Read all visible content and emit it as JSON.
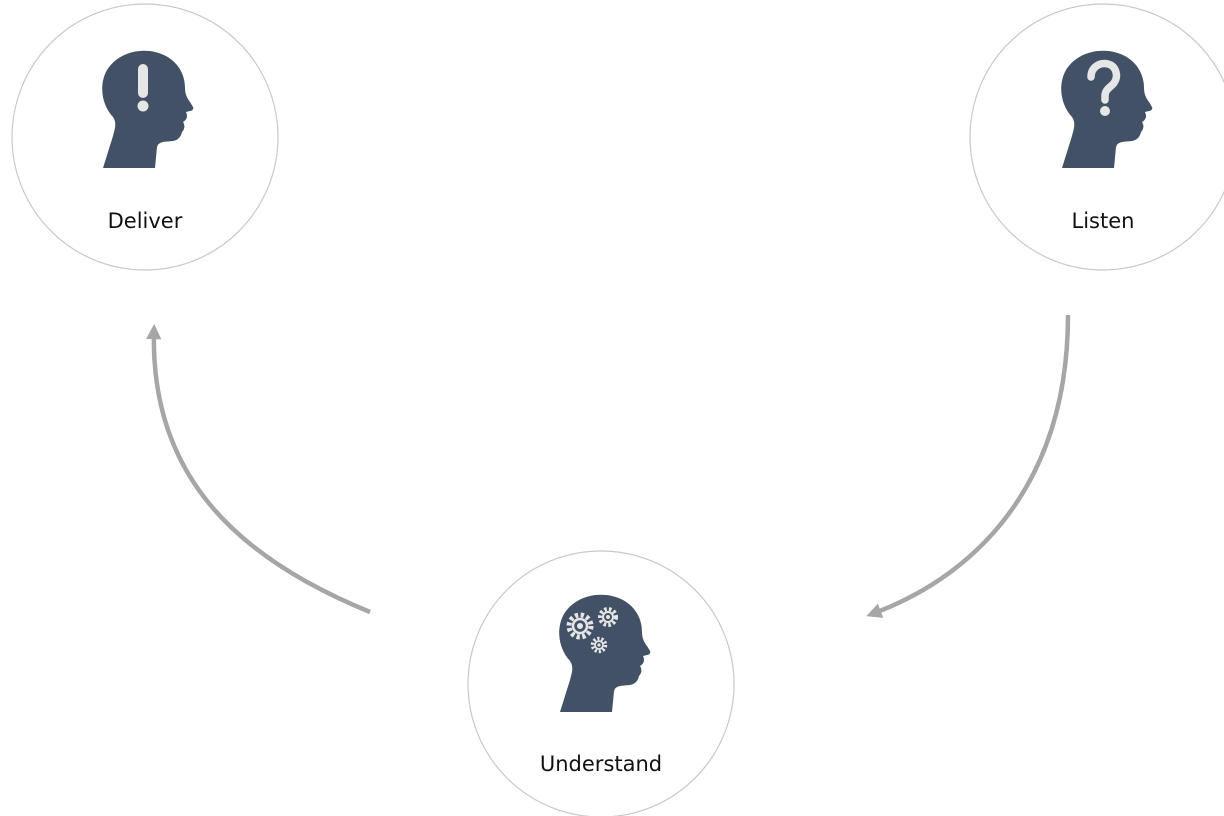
{
  "nodes": {
    "deliver": {
      "label": "Deliver",
      "icon": "head-exclamation-icon"
    },
    "listen": {
      "label": "Listen",
      "icon": "head-question-icon"
    },
    "understand": {
      "label": "Understand",
      "icon": "head-gears-icon"
    }
  },
  "colors": {
    "head": "#425166",
    "circle_stroke": "#c8c8c8",
    "arrow": "#a6a6a6",
    "glyph": "#e6e6e6"
  }
}
